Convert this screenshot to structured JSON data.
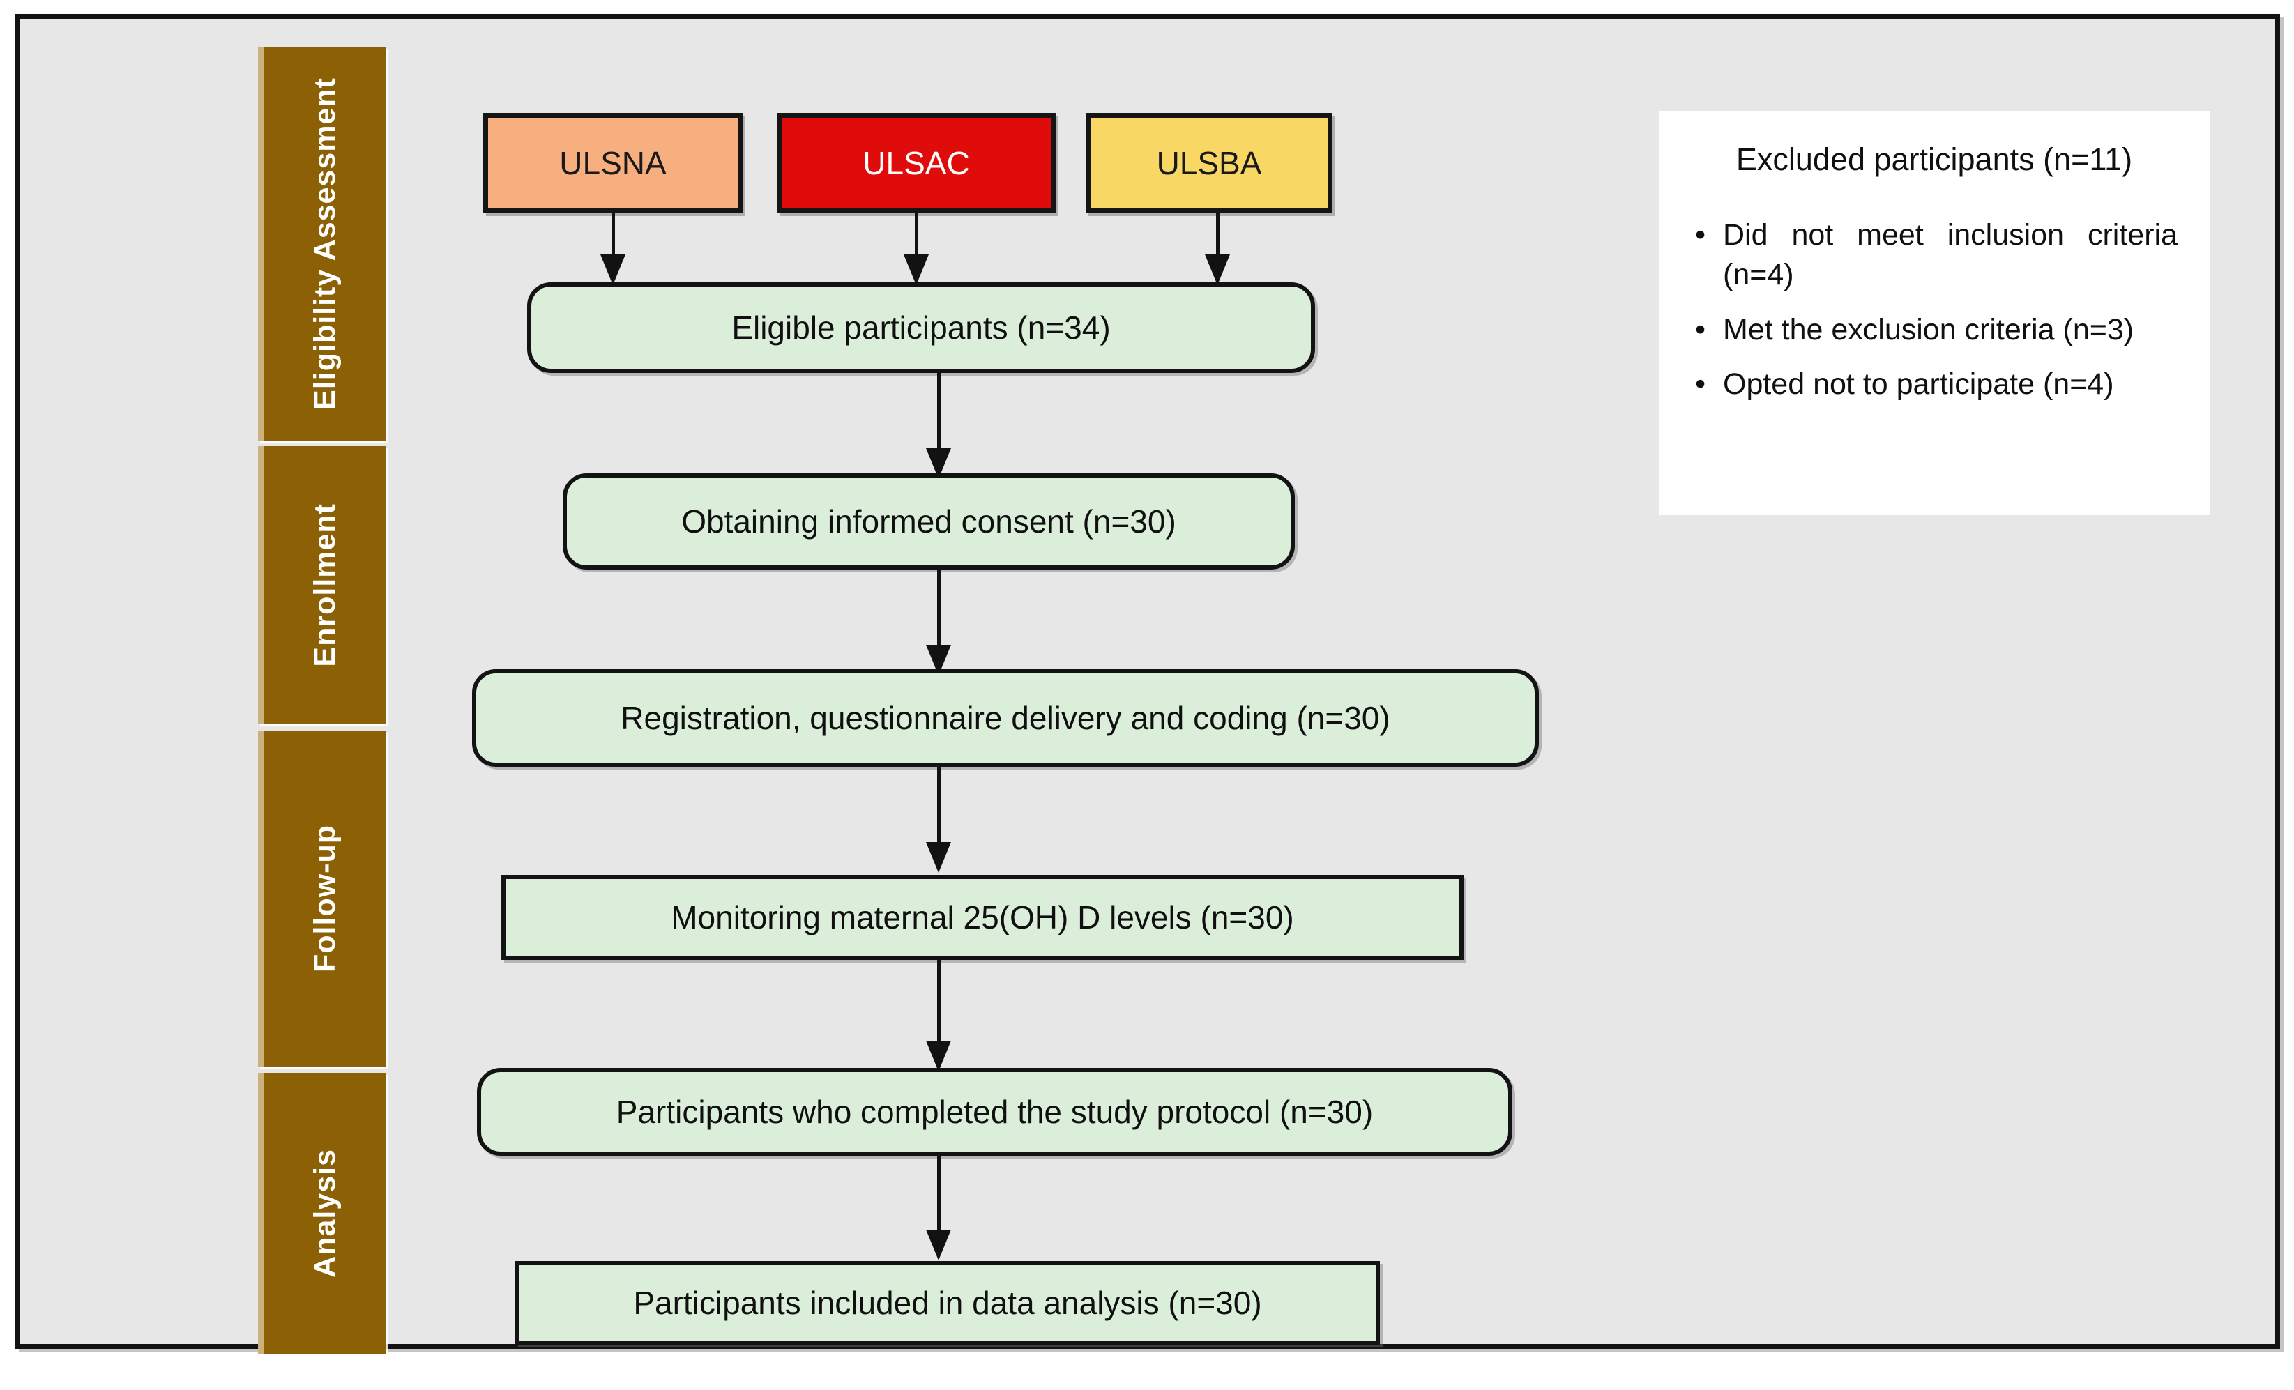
{
  "figure": {
    "type": "flowchart",
    "background_color": "#E7E7E7",
    "frame_color": "#131313"
  },
  "phases": [
    {
      "label": "Eligibility Assessment",
      "color": "#8C6005"
    },
    {
      "label": "Enrollment",
      "color": "#8C6005"
    },
    {
      "label": "Follow-up",
      "color": "#8C6005"
    },
    {
      "label": "Analysis",
      "color": "#8C6005"
    }
  ],
  "groups": [
    {
      "label": "ULSNA",
      "fill": "#F8AF80",
      "text_color": "#1A1A1A"
    },
    {
      "label": "ULSAC",
      "fill": "#E00B0B",
      "text_color": "#FFFFFF"
    },
    {
      "label": "ULSBA",
      "fill": "#F8D764",
      "text_color": "#1A1A1A"
    }
  ],
  "steps": [
    {
      "label": "Eligible participants (n=34)",
      "fill": "#DBEEDA",
      "n": 34
    },
    {
      "label": "Obtaining informed consent (n=30)",
      "fill": "#DBEEDA",
      "n": 30
    },
    {
      "label": "Registration, questionnaire delivery and coding (n=30)",
      "fill": "#DBEEDA",
      "n": 30
    },
    {
      "label": "Monitoring maternal 25(OH) D levels (n=30)",
      "fill": "#DBEEDA",
      "n": 30
    },
    {
      "label": "Participants who completed the study protocol (n=30)",
      "fill": "#DBEEDA",
      "n": 30
    },
    {
      "label": "Participants included in data analysis (n=30)",
      "fill": "#DBEEDA",
      "n": 30
    }
  ],
  "excluded": {
    "title": "Excluded participants (n=11)",
    "total": 11,
    "bullet_glyph": "•",
    "items": [
      {
        "label": "Did not meet inclusion criteria (n=4)",
        "n": 4
      },
      {
        "label": "Met the exclusion criteria (n=3)",
        "n": 3
      },
      {
        "label": "Opted not to participate (n=4)",
        "n": 4
      }
    ]
  }
}
